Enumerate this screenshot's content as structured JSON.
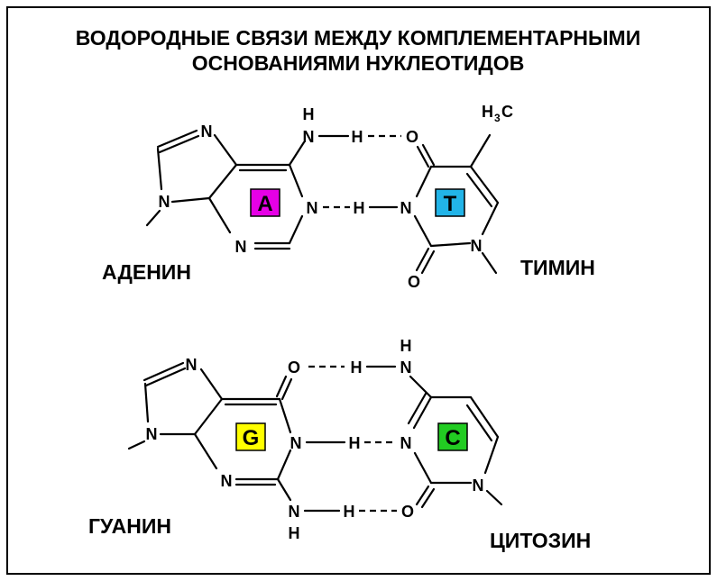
{
  "title": {
    "line1": "ВОДОРОДНЫЕ СВЯЗИ МЕЖДУ КОМПЛЕМЕНТАРНЫМИ",
    "line2": "ОСНОВАНИЯМИ НУКЛЕОТИДОВ"
  },
  "atoms": {
    "N": "N",
    "O": "O",
    "H": "H",
    "C": "C",
    "sub3": "3"
  },
  "bases": {
    "adenine": {
      "name": "АДЕНИН",
      "letter": "A",
      "color": "#e600e6"
    },
    "thymine": {
      "name": "ТИМИН",
      "letter": "T",
      "color": "#22b4e8"
    },
    "guanine": {
      "name": "ГУАНИН",
      "letter": "G",
      "color": "#ffff00"
    },
    "cytosine": {
      "name": "ЦИТОЗИН",
      "letter": "C",
      "color": "#22cc22"
    }
  },
  "colors": {
    "frame": "#000000",
    "background": "#ffffff"
  }
}
